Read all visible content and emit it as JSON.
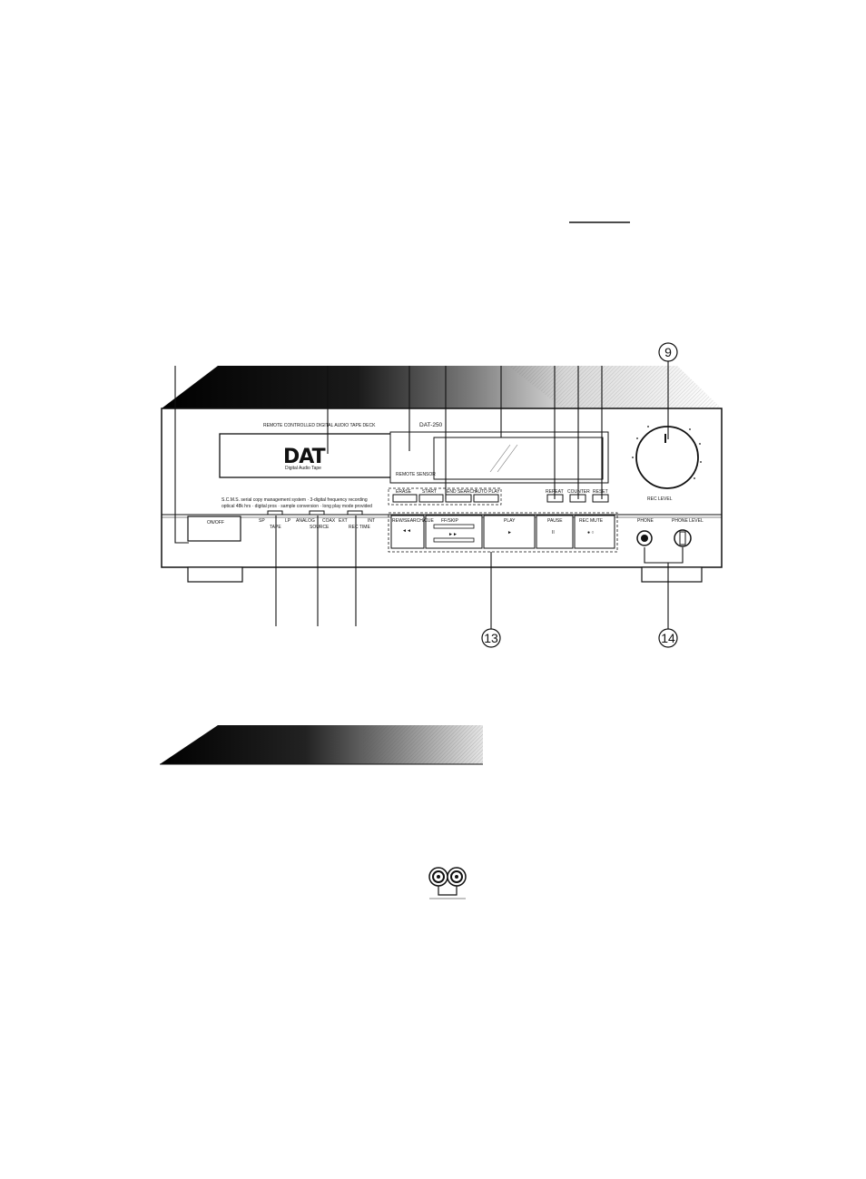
{
  "callouts": {
    "c9": "9",
    "c13": "13",
    "c14": "14"
  },
  "device": {
    "brand_line": "REMOTE CONTROLLED DIGITAL AUDIO TAPE DECK",
    "model": "DAT-250",
    "logo": "DAT",
    "logo_sub": "Digital Audio Tape",
    "power_label": "ON/OFF",
    "remote_sensor": "REMOTE SENSOR",
    "feature_line_1": "S.C.M.S. serial copy management system · 3-digital frequency recording",
    "feature_line_2": "optical 48k hrs · digital pros · sample conversion · long play mode provided",
    "display_buttons": [
      "ERASE",
      "START",
      "END SEARCH",
      "AUTO PLAY"
    ],
    "right_buttons": [
      "REPEAT",
      "COUNTER",
      "RESET"
    ],
    "rec_level": "REC LEVEL",
    "selector_groups": [
      {
        "opts": [
          "SP",
          "LP"
        ],
        "label": "TAPE"
      },
      {
        "opts": [
          "ANALOG",
          "COAX"
        ],
        "label": "SOURCE"
      },
      {
        "opts": [
          "EXT",
          "INT"
        ],
        "label": "REC TIME"
      }
    ],
    "transport": [
      "REW/SEARCH/CUE",
      "FF/SKIP",
      "PLAY",
      "PAUSE",
      "REC MUTE"
    ],
    "transport_symbols": [
      "◄◄",
      "►►",
      "►",
      "II",
      "● ○"
    ],
    "phone_label": "PHONE",
    "phone_level_label": "PHONE LEVEL"
  }
}
